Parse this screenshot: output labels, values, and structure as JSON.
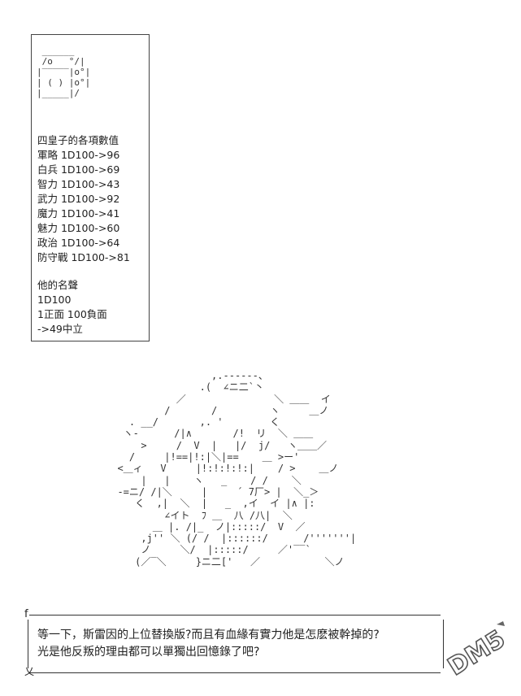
{
  "dice_art": " ______\n /o   °/|\n|‾‾‾‾‾|o°|\n| ( ) |o°|\n|_____|/",
  "stats": [
    "四皇子的各項數值",
    "軍略 1D100->96",
    "白兵 1D100->69",
    "智力 1D100->43",
    "武力 1D100->92",
    "魔力 1D100->41",
    "魅力 1D100->60",
    "政治 1D100->64",
    "防守戰 1D100->81"
  ],
  "fame": [
    "他的名聲",
    "1D100",
    "1正面 100負面",
    "->49中立"
  ],
  "character_art": "                  ,.-‐‐‐‐-、\n                .(  ∠ニ二`丶\n            ／               ＼ ＿＿  イ\n          /       /         ヽ     ＿ノ\n    . __/       ,. '        く\n   ヽ‐      /|∧       /!  リ  ＼ ＿＿\n      >     /  V  |   |/  j/   ヽ＿＿／\n    /     |!==|!:|＼|==    ＿ >ー'\n  <＿ィ   V     |!:!:!:!:|    / >    ＿ノ\n      |   |    ヽ   _    / /    ＼\n  -=ニ/ /|＼     |     ´ 7厂> |  ＼_＞\n     く  ,|  ＼  |   _  ,イ  イ |∧ |:\n          ∠イト  ﾌ ＿  八 /八|  ＼\n        ＿ |. /|_  ノ|:::::/  V  ／\n      ,j'' ＼ (/ /  |::::::/      /'''''''|\n      ノ     ＼/  |:::::/     ／'‾‾`\n     (／‾＼     }ニ二['   ／           ＼ノ",
  "speech": {
    "open_mark": "f",
    "close_mark": "乂",
    "line1": "等一下，斯雷因的上位替換版?而且有血緣有實力他是怎麽被幹掉的?",
    "line2": "光是他反叛的理由都可以單獨出回憶錄了吧?"
  },
  "watermark": {
    "text": "DM5",
    "color": "#555555"
  }
}
